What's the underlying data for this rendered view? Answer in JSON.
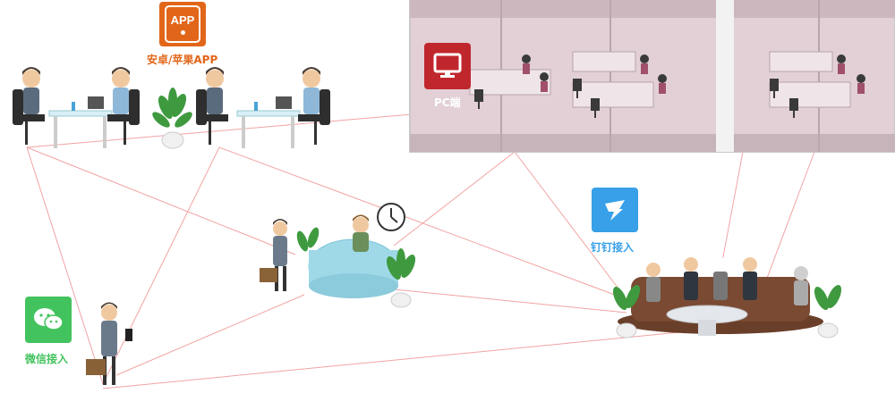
{
  "labels": {
    "app": "安卓/苹果APP",
    "pc": "PC端",
    "wechat": "微信接入",
    "dingtalk": "钉钉接入",
    "app_badge_text": "APP"
  },
  "colors": {
    "app": "#e2661a",
    "pc": "#c0272d",
    "wechat": "#43c35e",
    "dingtalk": "#37a0e8",
    "link": "#f2a3a3",
    "office_tint": "#d9bcc5"
  },
  "icons": [
    "tablet-app-icon",
    "monitor-icon",
    "wechat-icon",
    "dingtalk-icon",
    "clock-icon"
  ]
}
